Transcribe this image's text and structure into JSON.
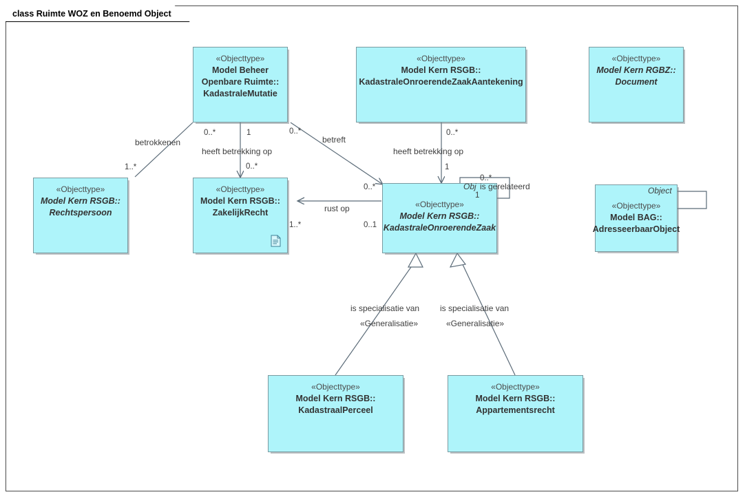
{
  "diagram": {
    "title": "class Ruimte WOZ en Benoemd Object",
    "kind": "uml-class-diagram",
    "colors": {
      "class_fill": "#aef4fa",
      "class_border": "#7a9aa0",
      "connector": "#5b6b78",
      "frame_border": "#4a4a4a",
      "text": "#333333",
      "stereotype_text": "#4c4c4c"
    }
  },
  "classes": [
    {
      "id": "kadastrale-mutatie",
      "stereotype": "«Objecttype»",
      "package": "Model Beheer",
      "package2": "Openbare Ruimte::",
      "name": "KadastraleMutatie",
      "abstract": false
    },
    {
      "id": "kadastrale-onroerende-zaak-aantekening",
      "stereotype": "«Objecttype»",
      "package": "Model Kern RSGB::",
      "name": "KadastraleOnroerendeZaakAantekening",
      "abstract": false
    },
    {
      "id": "document",
      "stereotype": "«Objecttype»",
      "package": "Model Kern RGBZ::",
      "name": "Document",
      "abstract": true
    },
    {
      "id": "rechtspersoon",
      "stereotype": "«Objecttype»",
      "package": "Model Kern RSGB::",
      "name": "Rechtspersoon",
      "abstract": true
    },
    {
      "id": "zakelijk-recht",
      "stereotype": "«Objecttype»",
      "package": "Model Kern RSGB::",
      "name": "ZakelijkRecht",
      "abstract": false,
      "icon": "document-note-icon"
    },
    {
      "id": "kadastrale-onroerende-zaak",
      "stereotype": "«Objecttype»",
      "package": "Model Kern RSGB::",
      "name": "KadastraleOnroerendeZaak",
      "abstract": true
    },
    {
      "id": "adresseerbaar-object",
      "stereotype": "«Objecttype»",
      "package": "Model BAG::",
      "name": "AdresseerbaarObject",
      "abstract": false,
      "role_label": "Object"
    },
    {
      "id": "kadastraal-perceel",
      "stereotype": "«Objecttype»",
      "package": "Model Kern RSGB::",
      "name": "KadastraalPerceel",
      "abstract": false
    },
    {
      "id": "appartementsrecht",
      "stereotype": "«Objecttype»",
      "package": "Model Kern RSGB::",
      "name": "Appartementsrecht",
      "abstract": false
    }
  ],
  "connectors": [
    {
      "id": "betrokkenen",
      "label": "betrokkenen",
      "from": "kadastrale-mutatie",
      "to": "rechtspersoon",
      "source_mult": "",
      "target_mult": "1..*",
      "type": "association"
    },
    {
      "id": "heeft-betrekking-op-zakelijkrecht",
      "label": "heeft betrekking op",
      "from": "kadastrale-mutatie",
      "to": "zakelijk-recht",
      "source_mult_left": "0..*",
      "source_mult_right": "1",
      "target_mult": "0..*",
      "type": "association-directed"
    },
    {
      "id": "betreft",
      "label": "betreft",
      "from": "kadastrale-mutatie",
      "to": "kadastrale-onroerende-zaak",
      "source_mult": "0..*",
      "target_mult": "0..*",
      "type": "association-directed"
    },
    {
      "id": "heeft-betrekking-op-koz",
      "label": "heeft betrekking op",
      "from": "kadastrale-onroerende-zaak-aantekening",
      "to": "kadastrale-onroerende-zaak",
      "source_mult": "0..*",
      "target_mult": "1",
      "type": "association-directed"
    },
    {
      "id": "rust-op",
      "label": "rust op",
      "from": "kadastrale-onroerende-zaak",
      "to": "zakelijk-recht",
      "source_mult": "0..1",
      "target_mult": "1..*",
      "type": "association-directed"
    },
    {
      "id": "is-gerelateerd",
      "label": "is gerelateerd",
      "from": "kadastrale-onroerende-zaak",
      "to": "kadastrale-onroerende-zaak",
      "source_mult": "0..*",
      "target_mult": "1",
      "role": "Obj",
      "type": "self-association"
    },
    {
      "id": "adresseerbaar-object-self",
      "label": "",
      "from": "adresseerbaar-object",
      "to": "adresseerbaar-object",
      "role": "Object",
      "type": "self-association"
    },
    {
      "id": "gen-kadastraal-perceel",
      "label": "is specialisatie van",
      "stereotype": "«Generalisatie»",
      "from": "kadastraal-perceel",
      "to": "kadastrale-onroerende-zaak",
      "type": "generalization"
    },
    {
      "id": "gen-appartementsrecht",
      "label": "is specialisatie van",
      "stereotype": "«Generalisatie»",
      "from": "appartementsrecht",
      "to": "kadastrale-onroerende-zaak",
      "type": "generalization"
    }
  ]
}
